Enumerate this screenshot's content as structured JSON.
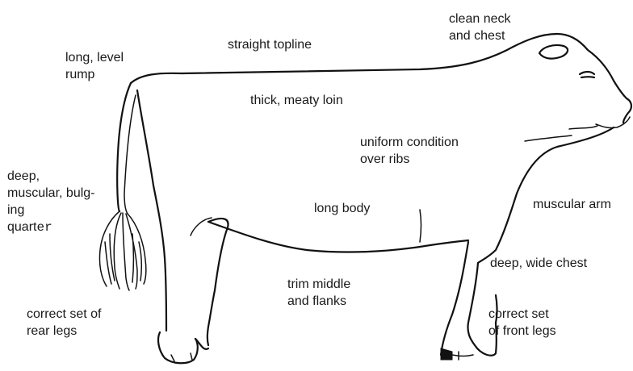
{
  "labels": {
    "clean_neck": "clean neck\nand chest",
    "straight_topline": "straight topline",
    "long_level_rump": "long, level\nrump",
    "thick_loin": "thick, meaty loin",
    "uniform_condition": "uniform condition\nover ribs",
    "deep_quarter_main": "deep,\nmuscular, bulg-\ning\nquart",
    "deep_quarter_tail": "er",
    "long_body": "long body",
    "muscular_arm": "muscular arm",
    "deep_wide_chest": "deep, wide chest",
    "trim_middle": "trim middle\nand flanks",
    "rear_legs": "correct set of\nrear legs",
    "front_legs": "correct set\nof front legs"
  }
}
